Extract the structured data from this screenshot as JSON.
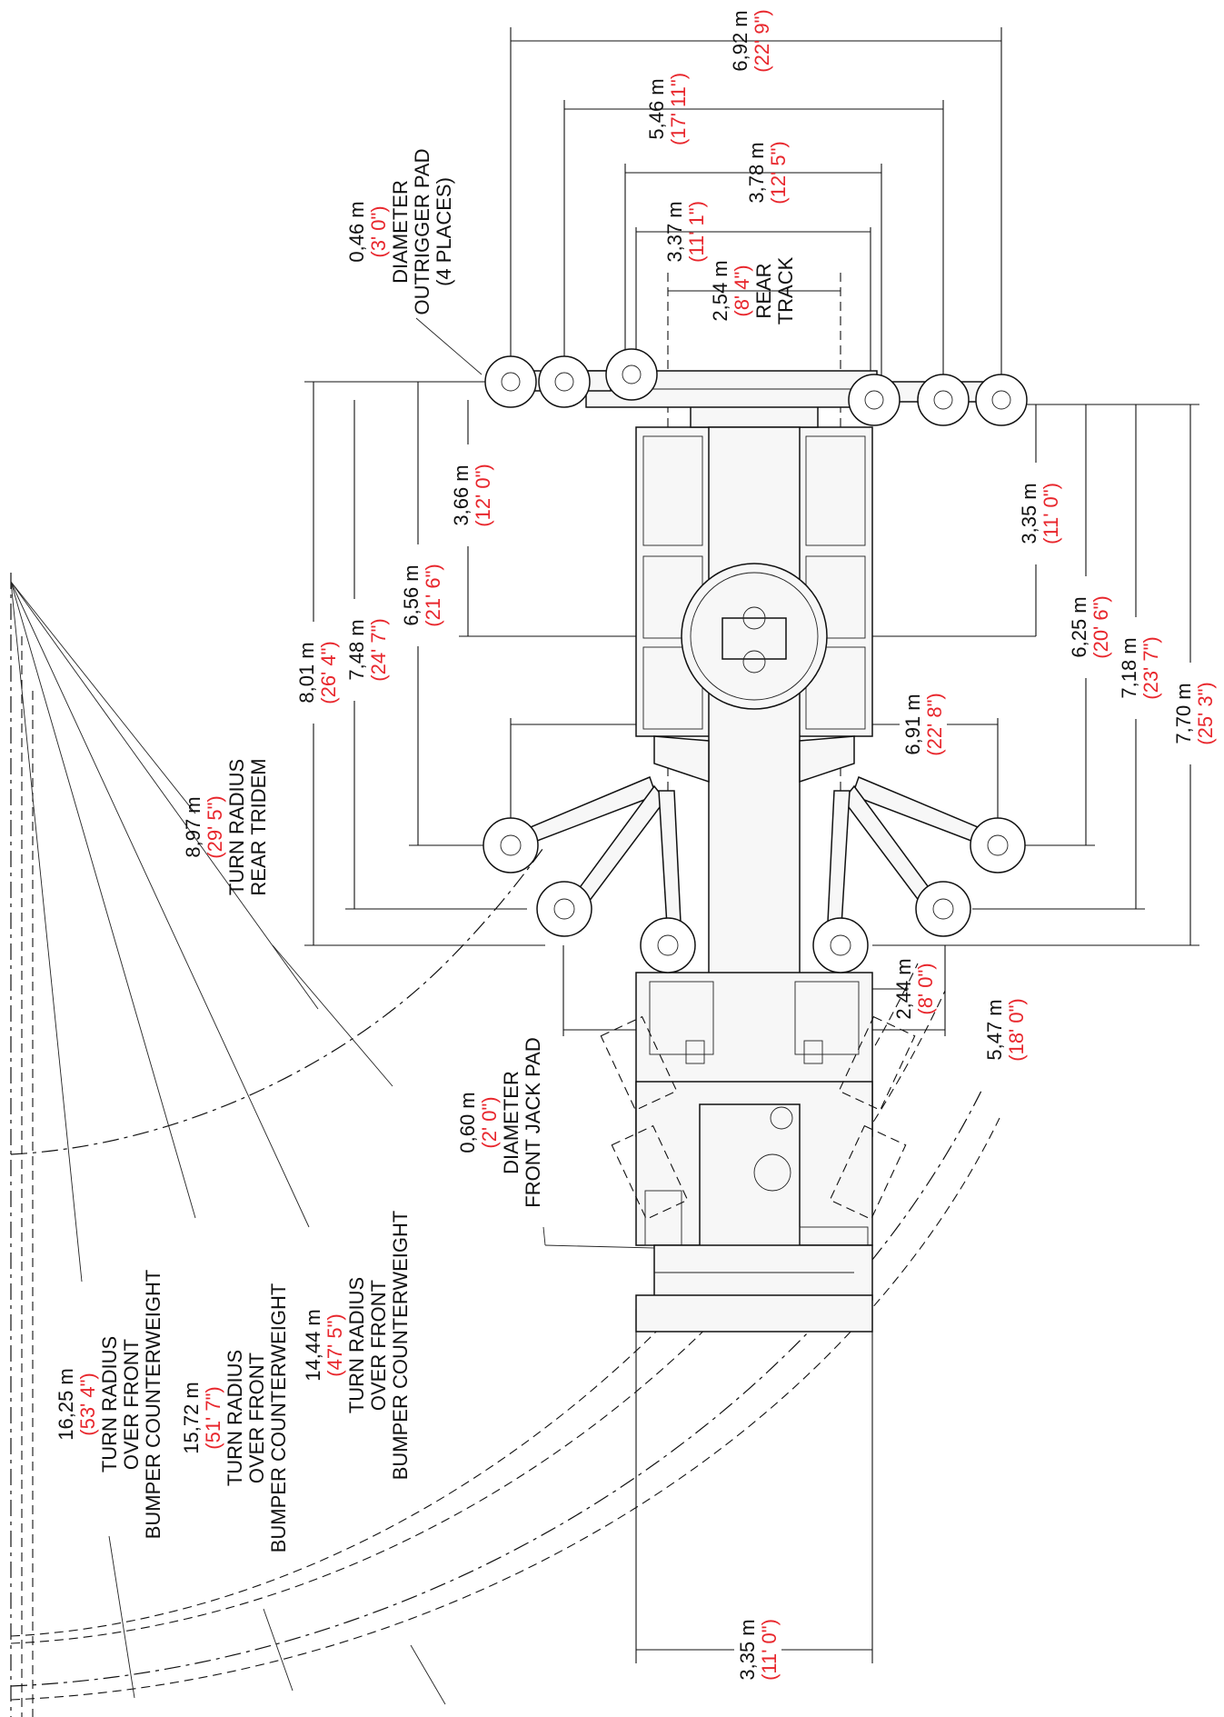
{
  "dimensions": {
    "outrigger_spread_rear_max": {
      "metric": "6,92 m",
      "imperial": "(22' 9\")"
    },
    "outrigger_spread_rear_mid": {
      "metric": "5,46 m",
      "imperial": "(17' 11\")"
    },
    "outrigger_spread_rear_min": {
      "metric": "3,78 m",
      "imperial": "(12' 5\")"
    },
    "outrigger_spread_rear_retracted": {
      "metric": "3,37 m",
      "imperial": "(11' 1\")"
    },
    "rear_track": {
      "metric": "2,54 m",
      "imperial": "(8' 4\")",
      "label1": "REAR",
      "label2": "TRACK"
    },
    "outrigger_pad": {
      "metric": "0,46 m",
      "imperial": "(3' 0\")",
      "line1": "DIAMETER",
      "line2": "OUTRIGGER PAD",
      "line3": "(4 PLACES)"
    },
    "left_8_01": {
      "metric": "8,01 m",
      "imperial": "(26' 4\")"
    },
    "left_7_48": {
      "metric": "7,48 m",
      "imperial": "(24' 7\")"
    },
    "left_6_56": {
      "metric": "6,56 m",
      "imperial": "(21' 6\")"
    },
    "left_3_66": {
      "metric": "3,66 m",
      "imperial": "(12' 0\")"
    },
    "right_3_35": {
      "metric": "3,35 m",
      "imperial": "(11' 0\")"
    },
    "right_6_25": {
      "metric": "6,25 m",
      "imperial": "(20' 6\")"
    },
    "right_7_18": {
      "metric": "7,18 m",
      "imperial": "(23' 7\")"
    },
    "right_7_70": {
      "metric": "7,70 m",
      "imperial": "(25' 3\")"
    },
    "front_6_91": {
      "metric": "6,91 m",
      "imperial": "(22' 8\")"
    },
    "front_2_44": {
      "metric": "2,44 m",
      "imperial": "(8' 0\")"
    },
    "front_5_47": {
      "metric": "5,47 m",
      "imperial": "(18' 0\")"
    },
    "front_jack_pad": {
      "metric": "0,60 m",
      "imperial": "(2' 0\")",
      "line1": "DIAMETER",
      "line2": "FRONT JACK PAD"
    },
    "bottom_width": {
      "metric": "3,35 m",
      "imperial": "(11' 0\")"
    }
  },
  "turn_radii": [
    {
      "metric": "8,97 m",
      "imperial": "(29' 5\")",
      "line1": "TURN RADIUS",
      "line2": "REAR TRIDEM",
      "line3": ""
    },
    {
      "metric": "14,44 m",
      "imperial": "(47' 5\")",
      "line1": "TURN RADIUS",
      "line2": "OVER FRONT",
      "line3": "BUMPER COUNTERWEIGHT"
    },
    {
      "metric": "15,72 m",
      "imperial": "(51' 7\")",
      "line1": "TURN RADIUS",
      "line2": "OVER FRONT",
      "line3": "BUMPER COUNTERWEIGHT"
    },
    {
      "metric": "16,25 m",
      "imperial": "(53' 4\")",
      "line1": "TURN RADIUS",
      "line2": "OVER FRONT",
      "line3": "BUMPER COUNTERWEIGHT"
    }
  ]
}
